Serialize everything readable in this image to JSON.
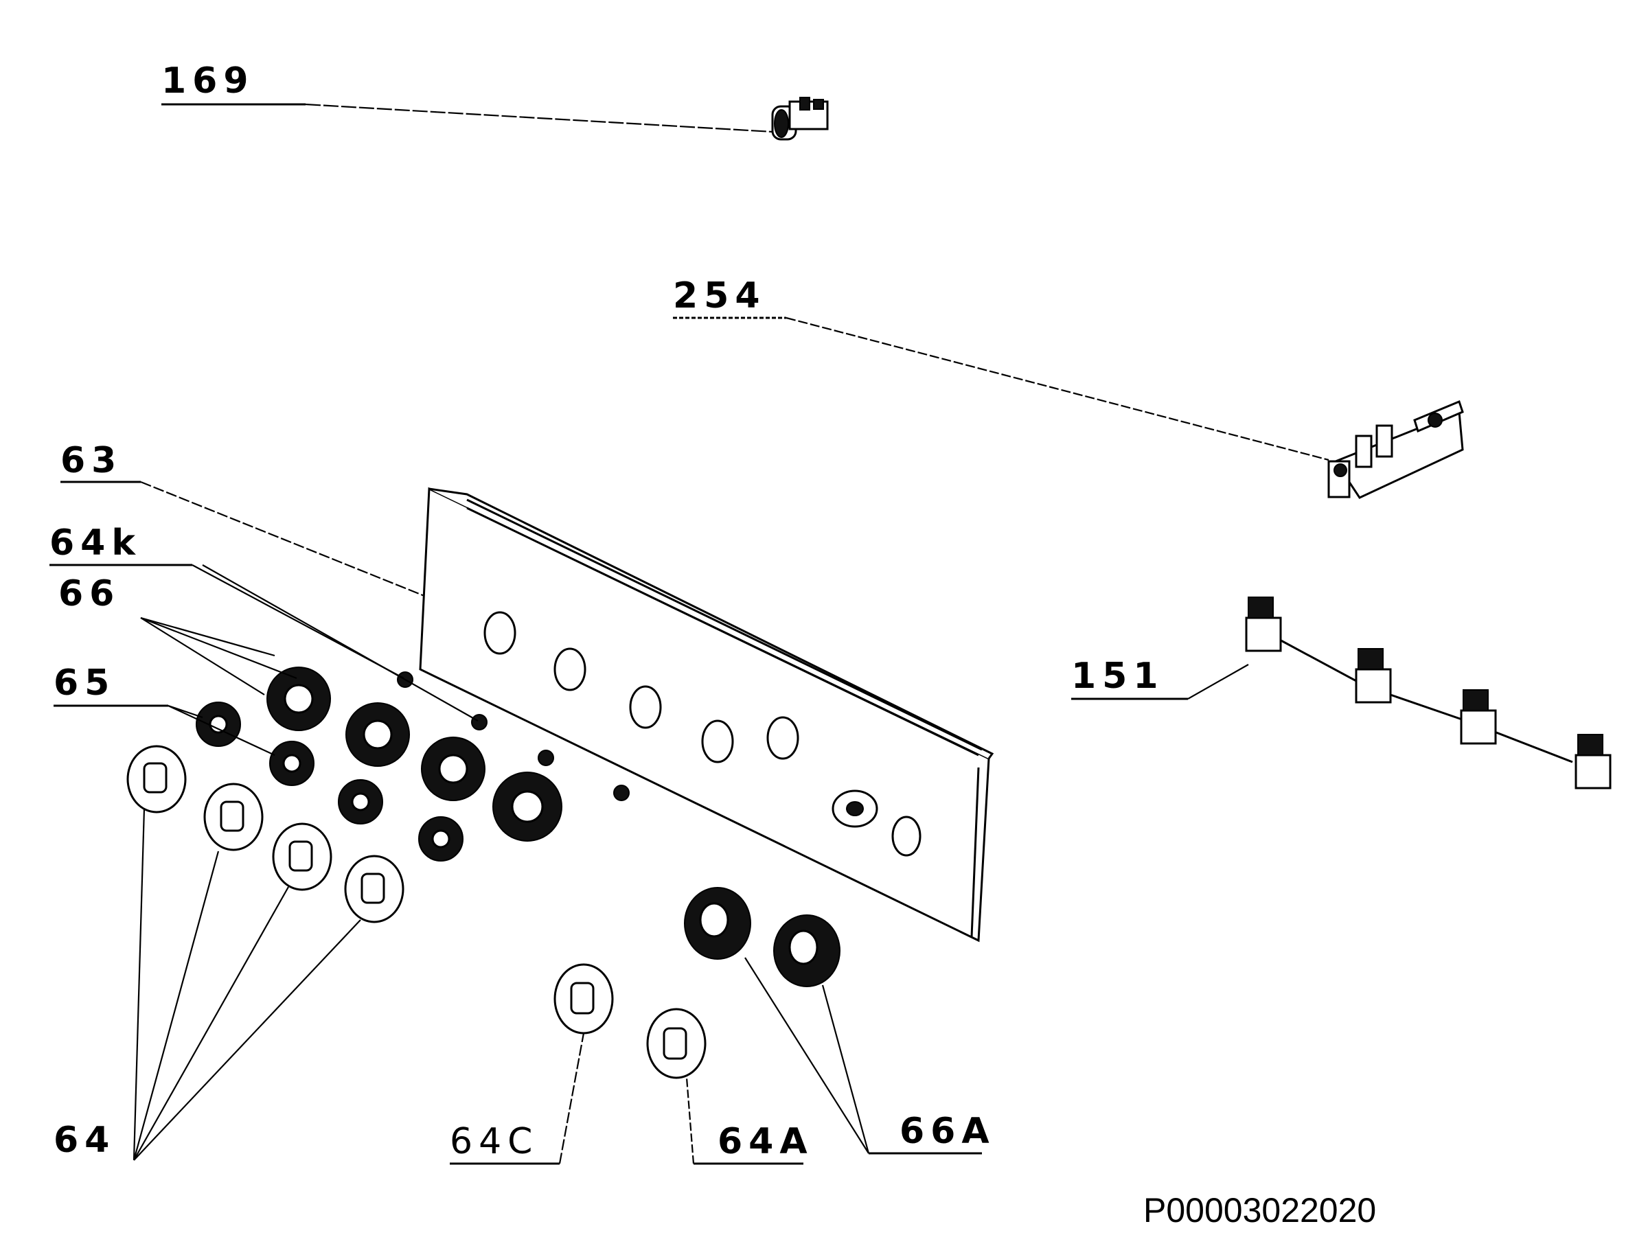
{
  "labels": {
    "l169": "169",
    "l254": "254",
    "l63": "63",
    "l64k": "64k",
    "l66": "66",
    "l65": "65",
    "l151": "151",
    "l64": "64",
    "l64C": "64C",
    "l64A": "64A",
    "l66A": "66A"
  },
  "reference": "P00003022020",
  "colors": {
    "ink": "#000000",
    "paper": "#ffffff"
  }
}
